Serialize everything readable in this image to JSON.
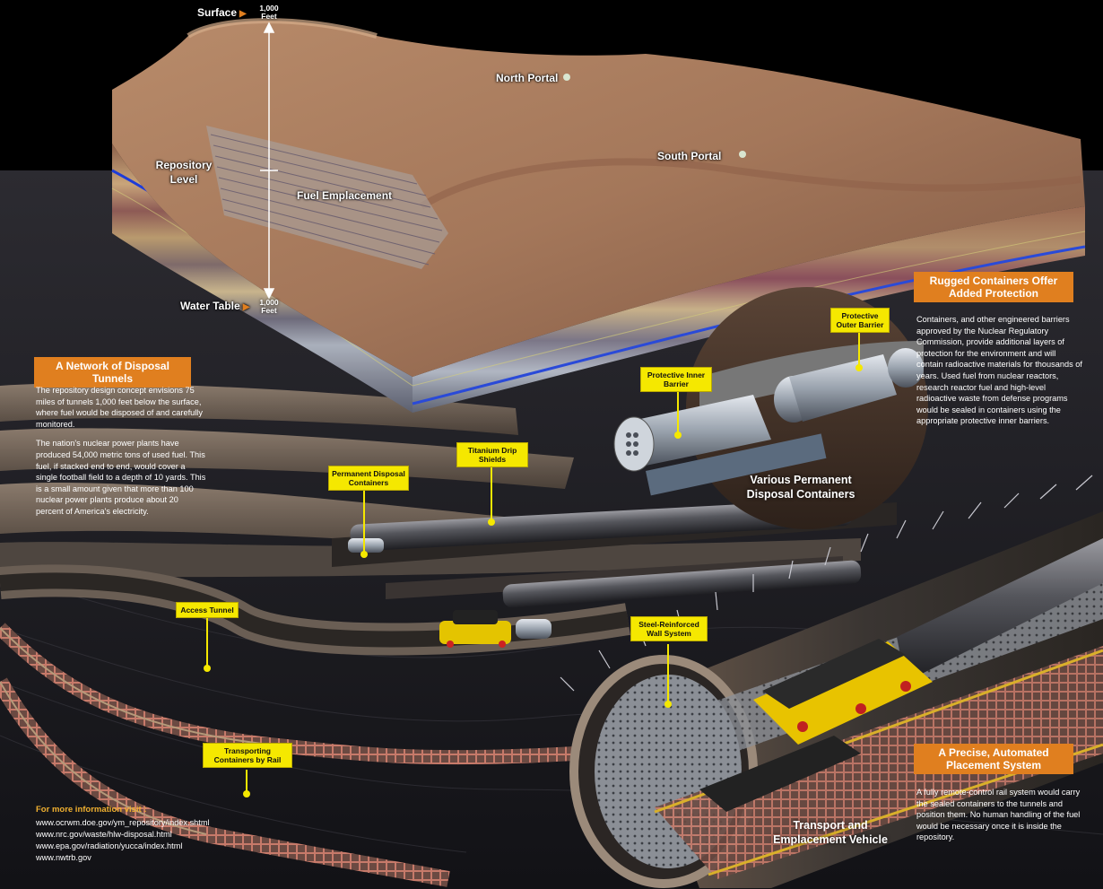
{
  "depth": {
    "surface_label": "Surface",
    "water_table_label": "Water Table",
    "top_depth_number": "1,000",
    "top_depth_unit": "Feet",
    "bottom_depth_number": "1,000",
    "bottom_depth_unit": "Feet"
  },
  "terrain_labels": {
    "north_portal": "North Portal",
    "south_portal": "South Portal",
    "repository_level": "Repository\nLevel",
    "fuel_emplacement": "Fuel Emplacement"
  },
  "network_section": {
    "heading": "A Network of Disposal Tunnels",
    "paragraphs": [
      "The repository design concept envisions 75 miles of tunnels 1,000 feet below the surface, where fuel would be disposed of and carefully monitored.",
      "The nation's nuclear power plants have produced 54,000 metric tons of used fuel. This fuel, if stacked end to end, would cover a single football field to a depth of 10 yards. This is a small amount given that more than 100 nuclear power plants produce about 20 percent of America's electricity."
    ]
  },
  "containers_section": {
    "heading": "Rugged Containers Offer\nAdded Protection",
    "paragraph": "Containers, and other engineered barriers approved by the Nuclear Regulatory Commission, provide additional layers of protection for the environment and will contain radioactive materials for thousands of years. Used fuel from nuclear reactors, research reactor fuel and high-level radioactive waste from defense programs would be sealed in containers using the appropriate protective inner barriers."
  },
  "placement_section": {
    "heading": "A Precise, Automated\nPlacement System",
    "paragraph": "A fully remote-control rail system would carry the sealed containers to the tunnels and position them. No human handling of the fuel would be necessary once it is inside the repository."
  },
  "callouts": {
    "protective_outer_barrier": "Protective\nOuter Barrier",
    "protective_inner_barrier": "Protective Inner\nBarrier",
    "titanium_drip_shields": "Titanium Drip\nShields",
    "permanent_disposal_containers": "Permanent Disposal\nContainers",
    "access_tunnel": "Access Tunnel",
    "steel_reinforced_wall": "Steel-Reinforced\nWall System",
    "transporting_containers": "Transporting\nContainers by Rail"
  },
  "big_labels": {
    "various_containers": "Various Permanent\nDisposal Containers",
    "transport_vehicle": "Transport and\nEmplacement Vehicle"
  },
  "more_info": {
    "heading": "For more information visit :",
    "links": [
      "www.ocrwm.doe.gov/ym_repository/index.shtml",
      "www.nrc.gov/waste/hlw-disposal.html",
      "www.epa.gov/radiation/yucca/index.html",
      "www.nwtrb.gov"
    ]
  },
  "colors": {
    "accent_orange": "#e07f1f",
    "callout_yellow": "#f5e800",
    "background": "#000000"
  }
}
